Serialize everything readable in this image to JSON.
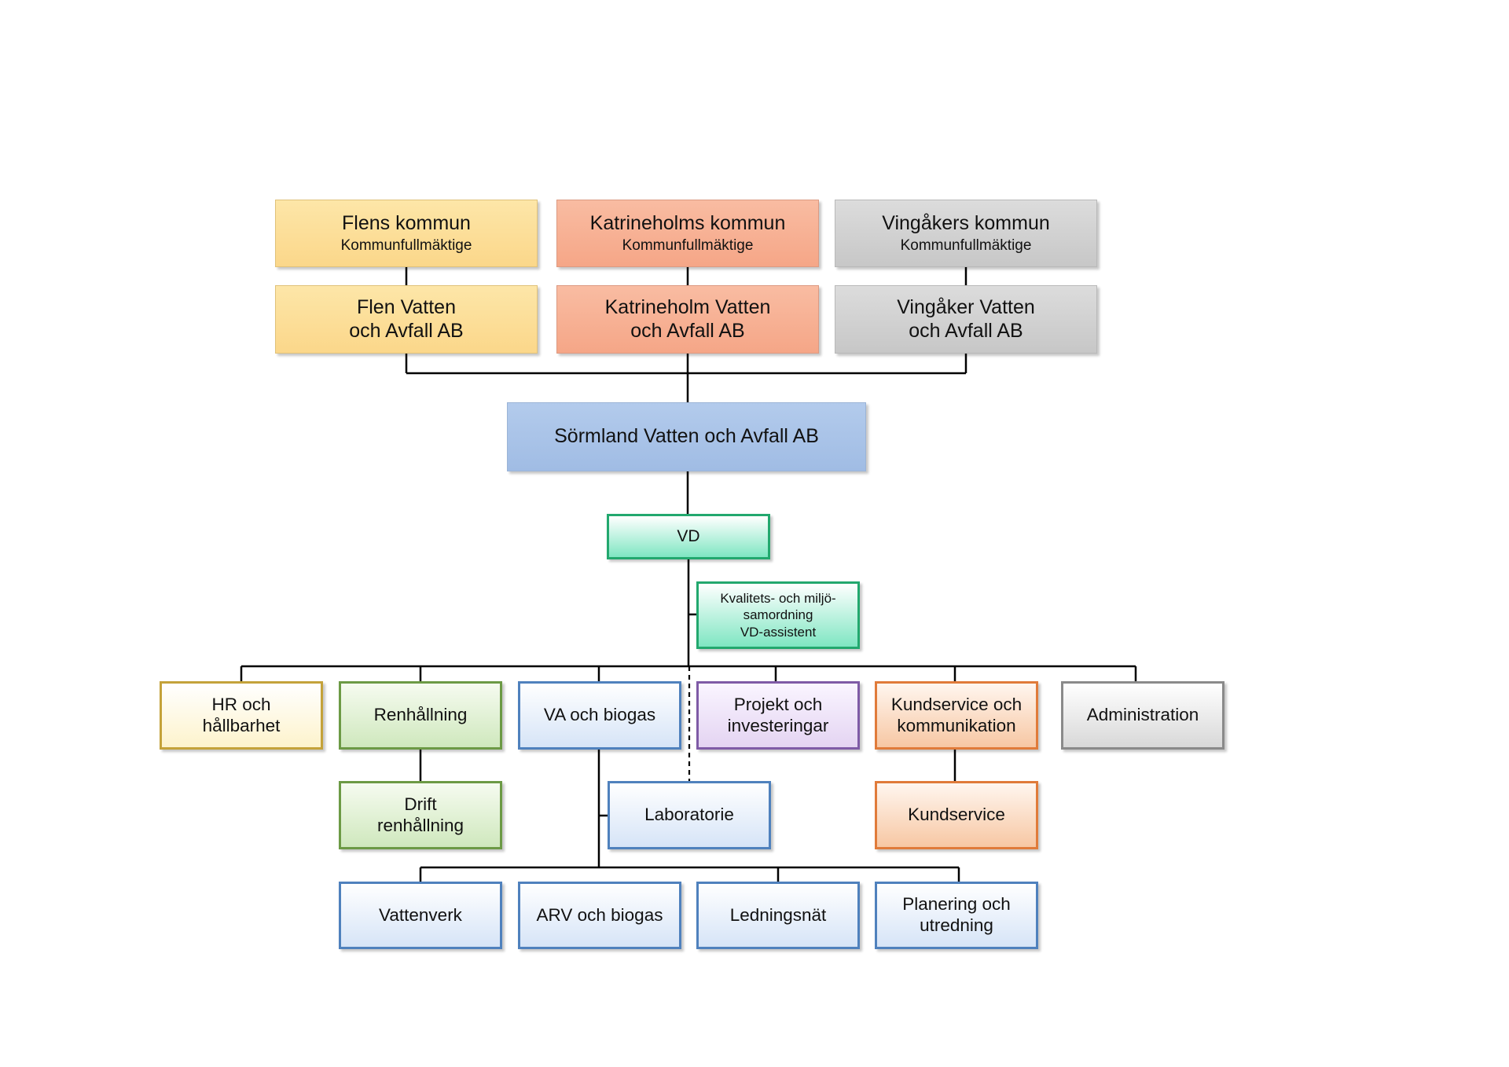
{
  "owners": [
    {
      "title": "Flens kommun",
      "subtitle": "Kommunfullmäktige"
    },
    {
      "title": "Katrineholms kommun",
      "subtitle": "Kommunfullmäktige"
    },
    {
      "title": "Vingåkers kommun",
      "subtitle": "Kommunfullmäktige"
    }
  ],
  "companies": [
    {
      "title": "Flen Vatten\noch Avfall AB"
    },
    {
      "title": "Katrineholm Vatten\noch Avfall AB"
    },
    {
      "title": "Vingåker Vatten\noch Avfall AB"
    }
  ],
  "main_company": "Sörmland Vatten och Avfall AB",
  "vd": "VD",
  "staff": "Kvalitets- och miljö-\nsamordning\nVD-assistent",
  "departments": [
    "HR och\nhållbarhet",
    "Renhållning",
    "VA och biogas",
    "Projekt och\ninvesteringar",
    "Kundservice och\nkommunikation",
    "Administration"
  ],
  "sub_units": {
    "renhallning": "Drift\nrenhållning",
    "laboratorie": "Laboratorie",
    "kundservice": "Kundservice"
  },
  "va_units": [
    "Vattenverk",
    "ARV och biogas",
    "Ledningsnät",
    "Planering och\nutredning"
  ],
  "colors": {
    "flen": "#fbd78a",
    "katrineholm": "#f5a687",
    "vingaker": "#c7c7c7",
    "main": "#a0bce4",
    "vd": "#7fe6c2",
    "line": "#000000"
  }
}
